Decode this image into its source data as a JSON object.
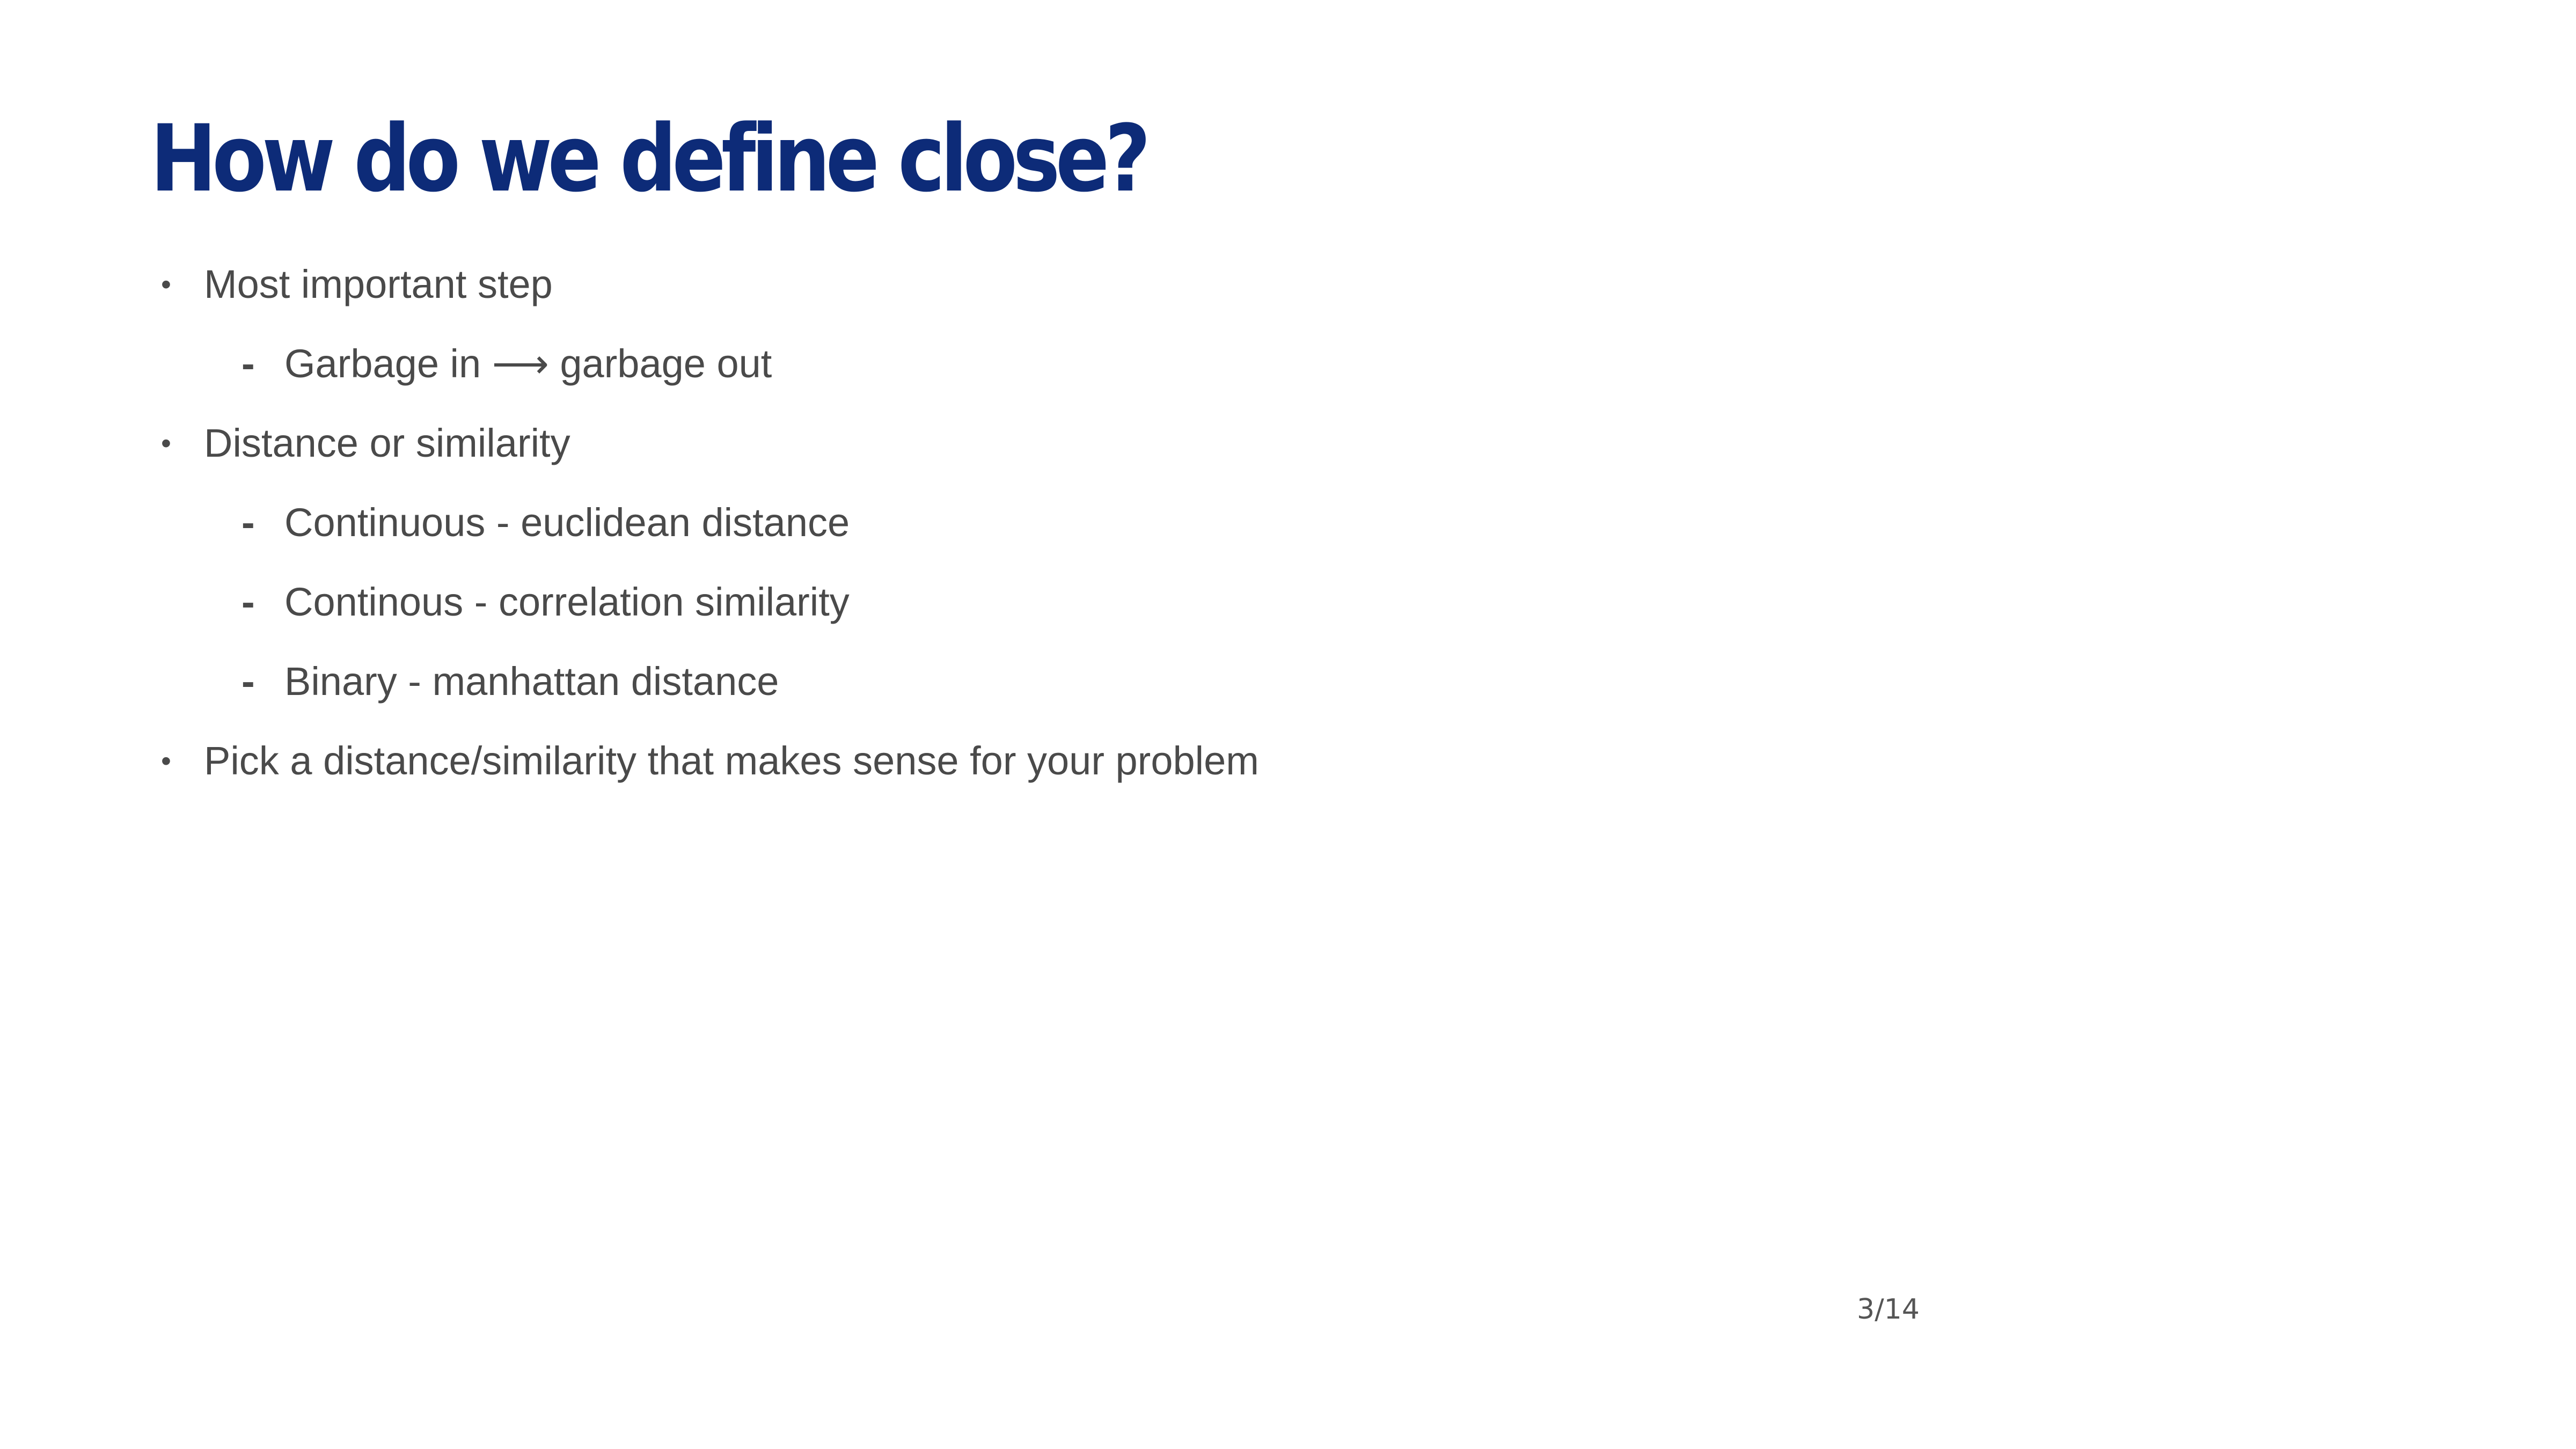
{
  "slide": {
    "title": "How do we define close?",
    "bullets": [
      {
        "level": 1,
        "marker": "•",
        "text": "Most important step"
      },
      {
        "level": 2,
        "marker": "-",
        "text": "Garbage in ⟶ garbage out"
      },
      {
        "level": 1,
        "marker": "•",
        "text": "Distance or similarity"
      },
      {
        "level": 2,
        "marker": "-",
        "text": "Continuous - euclidean distance"
      },
      {
        "level": 2,
        "marker": "-",
        "text": "Continous - correlation similarity"
      },
      {
        "level": 2,
        "marker": "-",
        "text": "Binary - manhattan distance"
      },
      {
        "level": 1,
        "marker": "•",
        "text": "Pick a distance/similarity that makes sense for your problem"
      }
    ],
    "page_number": "3/14"
  },
  "colors": {
    "title": "#0d2b78",
    "body_text": "#4a4a4a",
    "page_number": "#555555",
    "background": "#ffffff"
  }
}
